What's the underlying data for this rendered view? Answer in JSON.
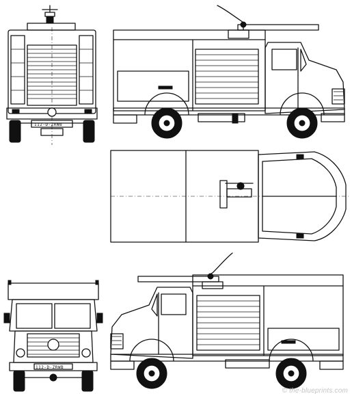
{
  "plates": {
    "rear": "112-D-ZRWB",
    "front": "112-D-ZRWB"
  },
  "watermark": {
    "text": "© the-blueprints.com"
  },
  "colors": {
    "line": "#111111",
    "paper": "#ffffff",
    "watermark": "#c4c4c4"
  }
}
